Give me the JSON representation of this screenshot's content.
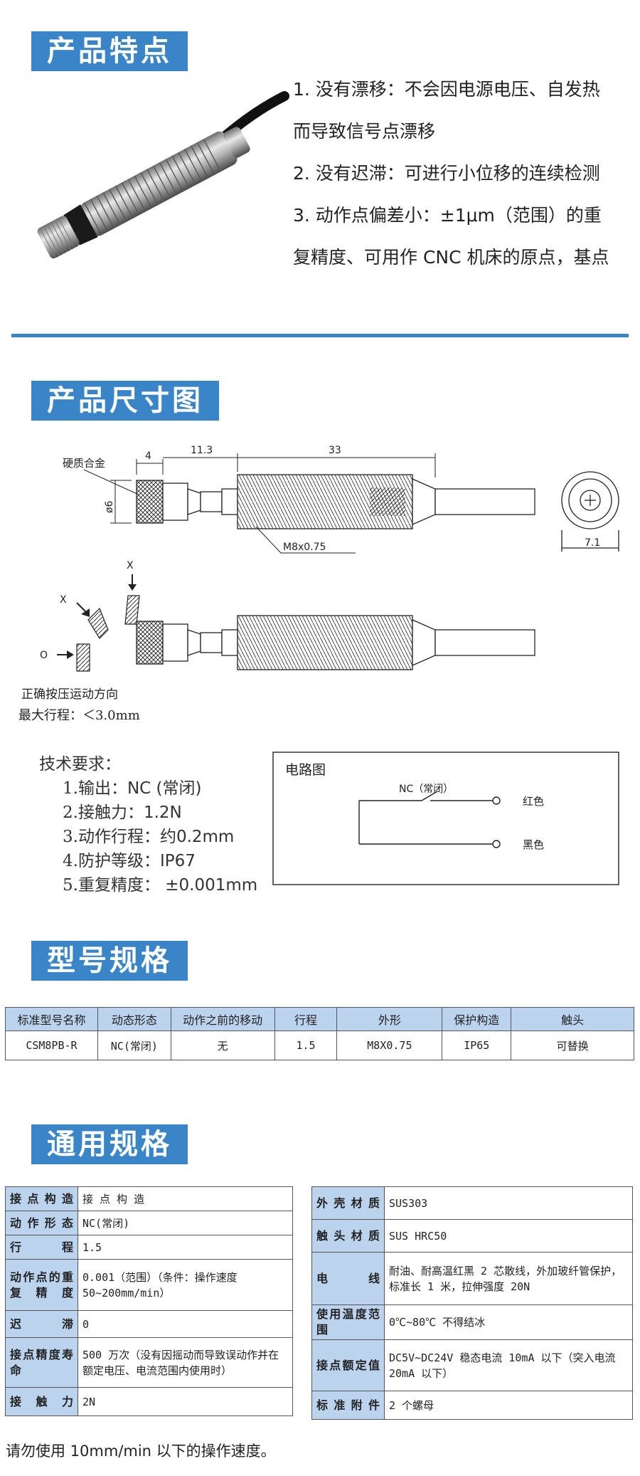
{
  "sections": {
    "features_title": "产品特点",
    "dimensions_title": "产品尺寸图",
    "model_title": "型号规格",
    "general_title": "通用规格"
  },
  "features": [
    "1. 没有漂移：不会因电源电压、自发热",
    "而导致信号点漂移",
    "2. 没有迟滞：可进行小位移的连续检测",
    "3. 动作点偏差小：±1μm（范围）的重",
    "复精度、可用作 CNC 机床的原点，基点"
  ],
  "drawing": {
    "hard_alloy": "硬质合金",
    "dim_4": "4",
    "dim_11_3": "11.3",
    "dim_33": "33",
    "dim_phi6": "ø6",
    "thread": "M8x0.75",
    "dim_7_1": "7.1",
    "x_top": "X",
    "x_left": "X",
    "o_label": "O",
    "direction_caption": "正确按压运动方向",
    "max_travel": "最大行程：＜3.0mm"
  },
  "tech": {
    "title": "技术要求：",
    "items": [
      {
        "label": "1.输出：",
        "value": "NC (常闭)"
      },
      {
        "label": "2.接触力：",
        "value": "1.2N"
      },
      {
        "label": "3.动作行程：",
        "value": "约0.2mm"
      },
      {
        "label": "4.防护等级：",
        "value": "IP67"
      },
      {
        "label": "5.重复精度：",
        "value": " ±0.001mm"
      }
    ]
  },
  "circuit": {
    "title": "电路图",
    "nc_label": "NC（常闭）",
    "red": "红色",
    "black": "黑色"
  },
  "model_table": {
    "headers": [
      "标准型号名称",
      "动态形态",
      "动作之前的移动",
      "行程",
      "外形",
      "保护构造",
      "触头"
    ],
    "row": [
      "CSM8PB-R",
      "NC(常闭)",
      "无",
      "1.5",
      "M8X0.75",
      "IP65",
      "可替换"
    ]
  },
  "spec_left": [
    {
      "k": "接点构造",
      "v": "接 点 构 造"
    },
    {
      "k": "动作形态",
      "v": "NC(常闭)"
    },
    {
      "k": "行程",
      "v": "1.5"
    },
    {
      "k": "动作点的重复精度",
      "v": "0.001（范围）（条件：操作速度 50~200mm/min）"
    },
    {
      "k": "迟滞",
      "v": "0"
    },
    {
      "k": "接点精度寿命",
      "v": "500 万次（没有因摇动而导致误动作并在额定电压、电流范围内使用时）"
    },
    {
      "k": "接触力",
      "v": "2N"
    }
  ],
  "spec_right": [
    {
      "k": "外壳材质",
      "v": "SUS303"
    },
    {
      "k": "触头材质",
      "v": "SUS HRC50"
    },
    {
      "k": "电线",
      "v": "耐油、耐高温红黑 2 芯散线，外加玻纤管保护，标准长 1 米，拉伸强度 20N"
    },
    {
      "k": "使用温度范围",
      "v": "0℃~80℃ 不得结冰"
    },
    {
      "k": "接点额定值",
      "v": "DC5V~DC24V 稳态电流 10mA 以下（突入电流 20mA 以下）"
    },
    {
      "k": "标准附件",
      "v": "2 个螺母"
    }
  ],
  "note": "请勿使用 10mm/min 以下的操作速度。",
  "colors": {
    "accent": "#3a85c8",
    "table_header": "#bcd3ee"
  }
}
